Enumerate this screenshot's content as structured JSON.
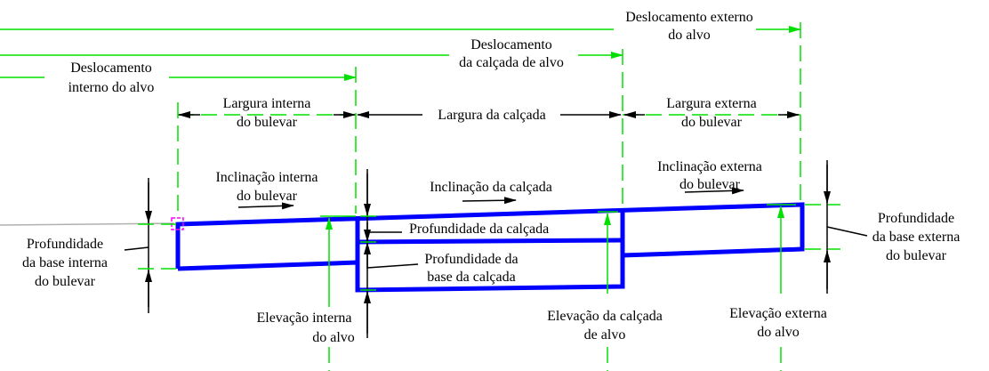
{
  "labels": {
    "outer_offset": [
      "Deslocamento externo",
      "do alvo"
    ],
    "sidewalk_offset": [
      "Deslocamento",
      "da calçada de alvo"
    ],
    "inner_offset": [
      "Deslocamento",
      "interno do alvo"
    ],
    "inner_width": [
      "Largura interna",
      "do bulevar"
    ],
    "sidewalk_width": [
      "Largura da calçada"
    ],
    "outer_width": [
      "Largura externa",
      "do bulevar"
    ],
    "inner_slope": [
      "Inclinação interna",
      "do bulevar"
    ],
    "sidewalk_slope": [
      "Inclinação da calçada"
    ],
    "outer_slope": [
      "Inclinação externa",
      "do bulevar"
    ],
    "sidewalk_depth": [
      "Profundidade da calçada"
    ],
    "sidewalk_base_depth": [
      "Profundidade da",
      "base da calçada"
    ],
    "inner_base_depth": [
      "Profundidade",
      "da base interna",
      "do bulevar"
    ],
    "outer_base_depth": [
      "Profundidade",
      "da base externa",
      "do bulevar"
    ],
    "inner_elevation": [
      "Elevação interna",
      "do alvo"
    ],
    "sidewalk_elevation": [
      "Elevação da calçada",
      "de alvo"
    ],
    "outer_elevation": [
      "Elevação externa",
      "do alvo"
    ]
  },
  "colors": {
    "dimension": "#00e000",
    "structure": "#0000ff",
    "arrow": "#000000",
    "marker": "#ff00ff"
  }
}
